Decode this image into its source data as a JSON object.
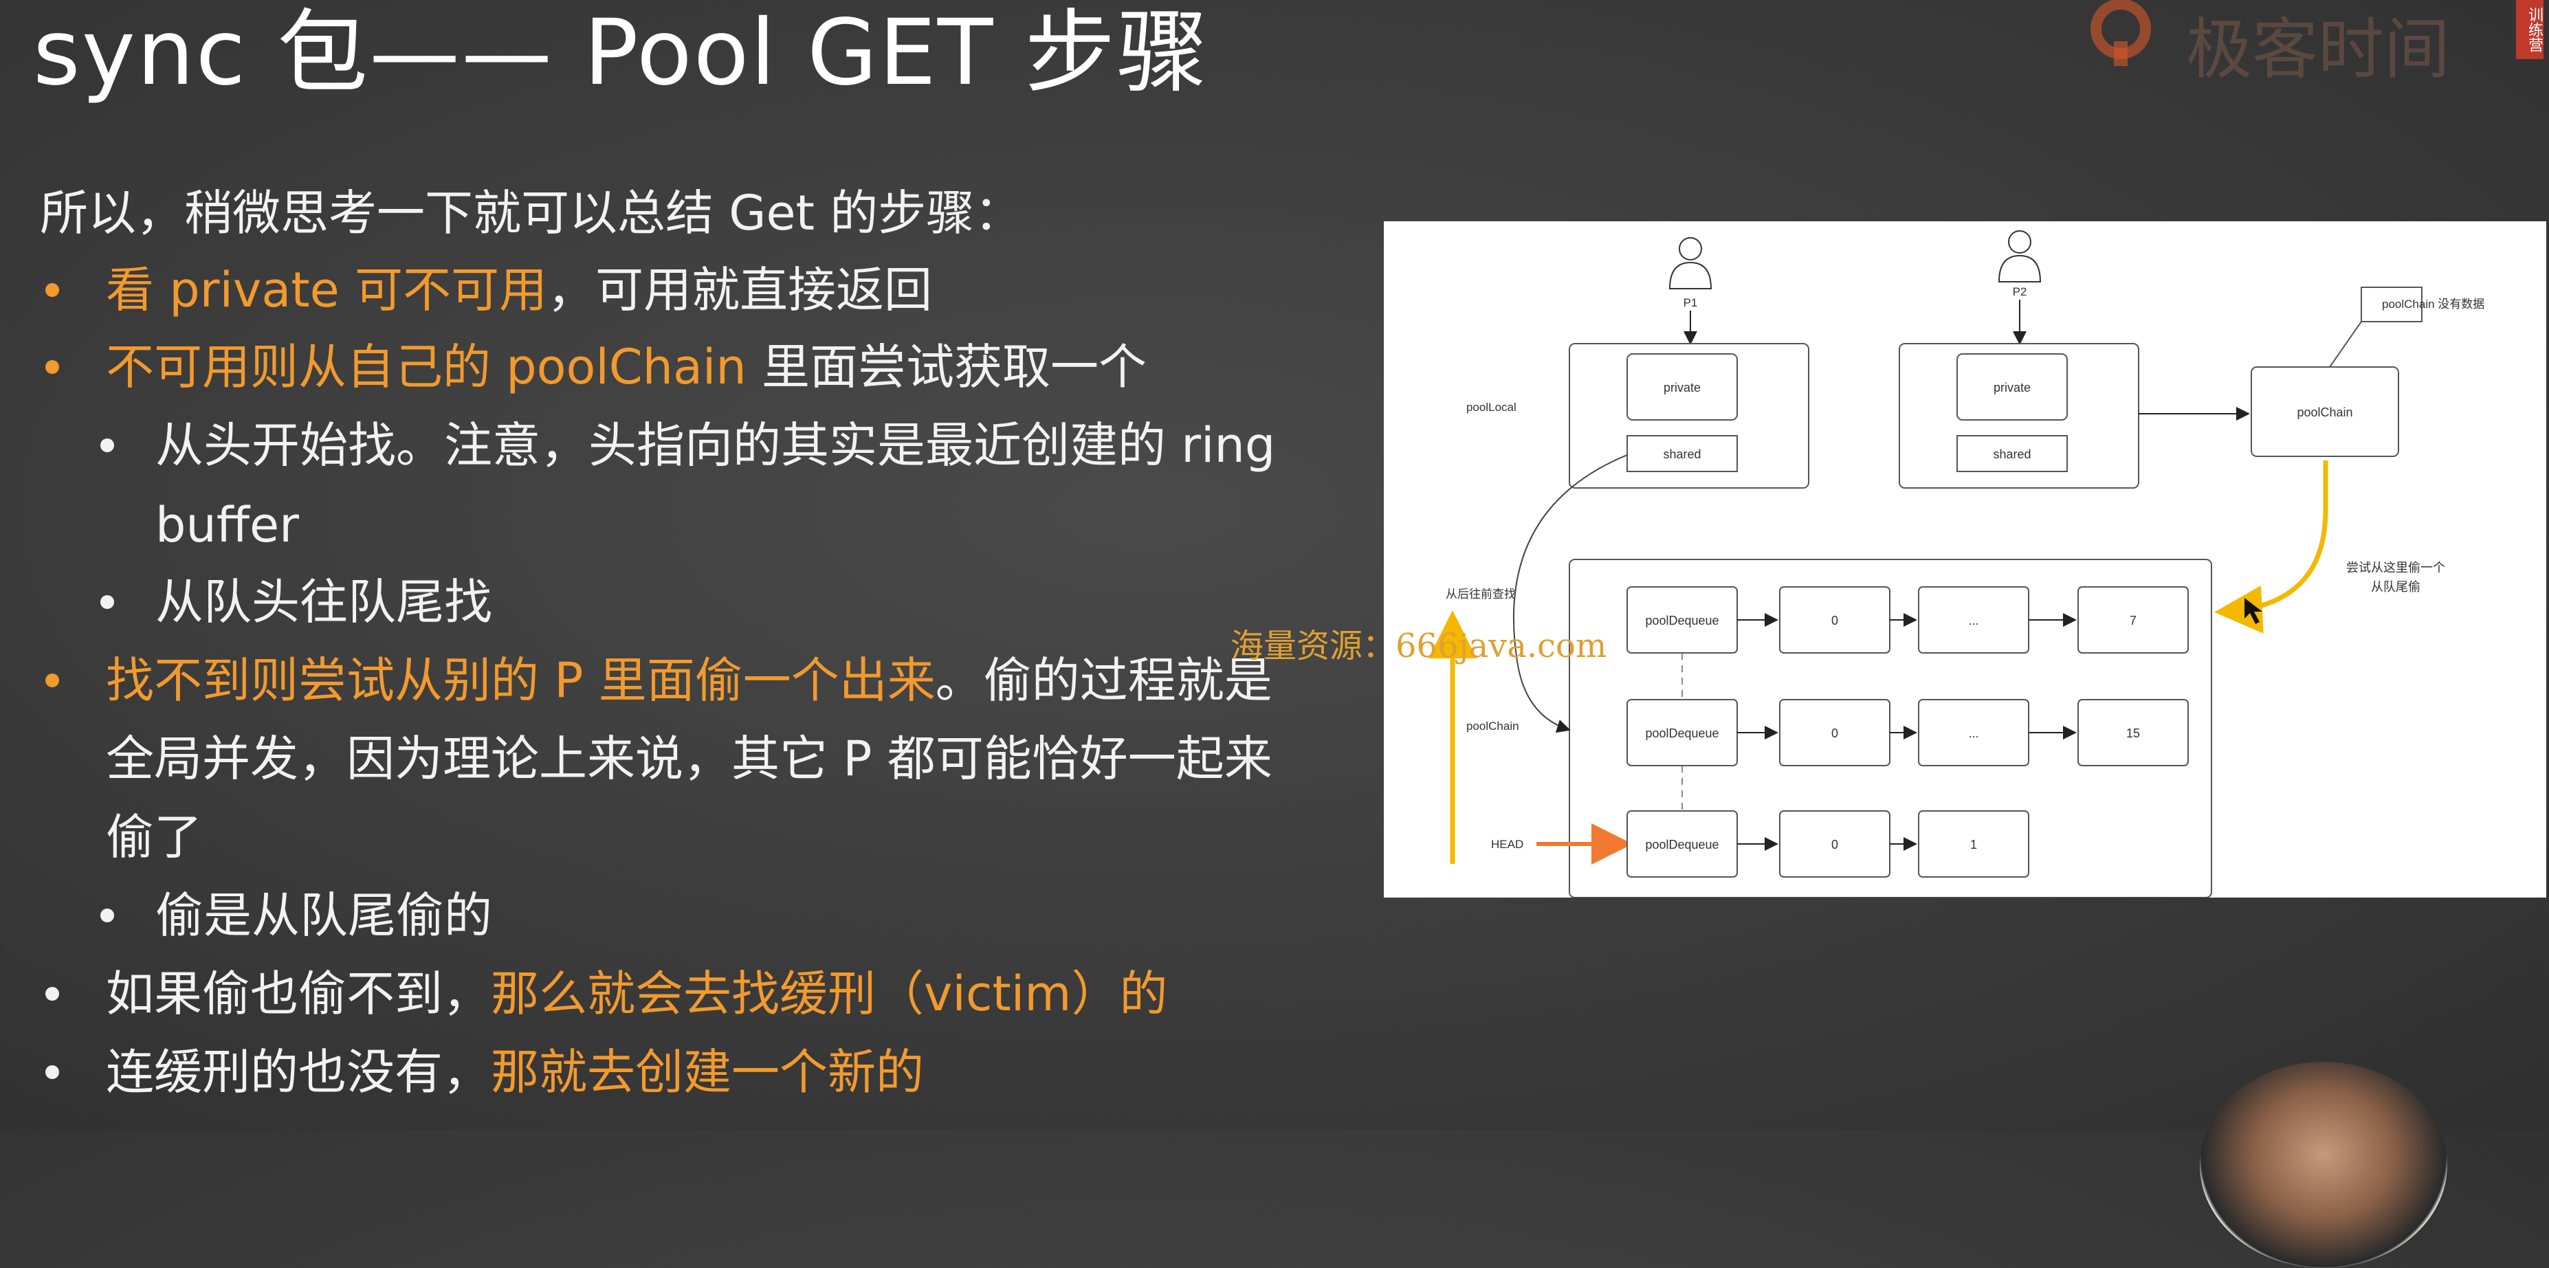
{
  "slide": {
    "title": "sync 包—— Pool GET 步骤",
    "brand": "极客时间",
    "brand_badge": "训练营"
  },
  "content": {
    "intro": "所以，稍微思考一下就可以总结 Get 的步骤：",
    "items": [
      {
        "orange": "看 private 可不可用",
        "white": "，可用就直接返回"
      },
      {
        "orange": "不可用则从自己的 poolChain",
        "white": " 里面尝试获取一个"
      },
      {
        "text1": "从头开始找。注意，头指向的其实是最近创建的 ring",
        "text2": "buffer"
      },
      {
        "text": "从队头往队尾找"
      },
      {
        "orange": "找不到则尝试从别的 P 里面偷一个出来",
        "white": "。偷的过程就是",
        "line2": "全局并发，因为理论上来说，其它 P 都可能恰好一起来",
        "line3": "偷了"
      },
      {
        "text": "偷是从队尾偷的"
      },
      {
        "white": "如果偷也偷不到，",
        "orange": "那么就会去找缓刑（victim）的"
      },
      {
        "white": "连缓刑的也没有，",
        "orange": "那就去创建一个新的"
      }
    ]
  },
  "diagram": {
    "p1": "P1",
    "p2": "P2",
    "private": "private",
    "shared": "shared",
    "pool_local": "poolLocal",
    "pool_chain": "poolChain",
    "pool_chain_note": "poolChain 没有数据",
    "pool_dequeue": "poolDequeue",
    "from_back": "从后往前查找",
    "head": "HEAD",
    "steal_note_1": "尝试从这里偷一个",
    "steal_note_2": "从队尾偷",
    "row1": [
      "0",
      "...",
      "7"
    ],
    "row2": [
      "0",
      "...",
      "15"
    ],
    "row3": [
      "0",
      "1"
    ]
  },
  "watermark": "海量资源：666java.com",
  "colors": {
    "orange": "#f29a2e",
    "highlight_yellow": "#f5b800",
    "arrow_orange": "#f07a30",
    "background": "#3b3b3b"
  }
}
